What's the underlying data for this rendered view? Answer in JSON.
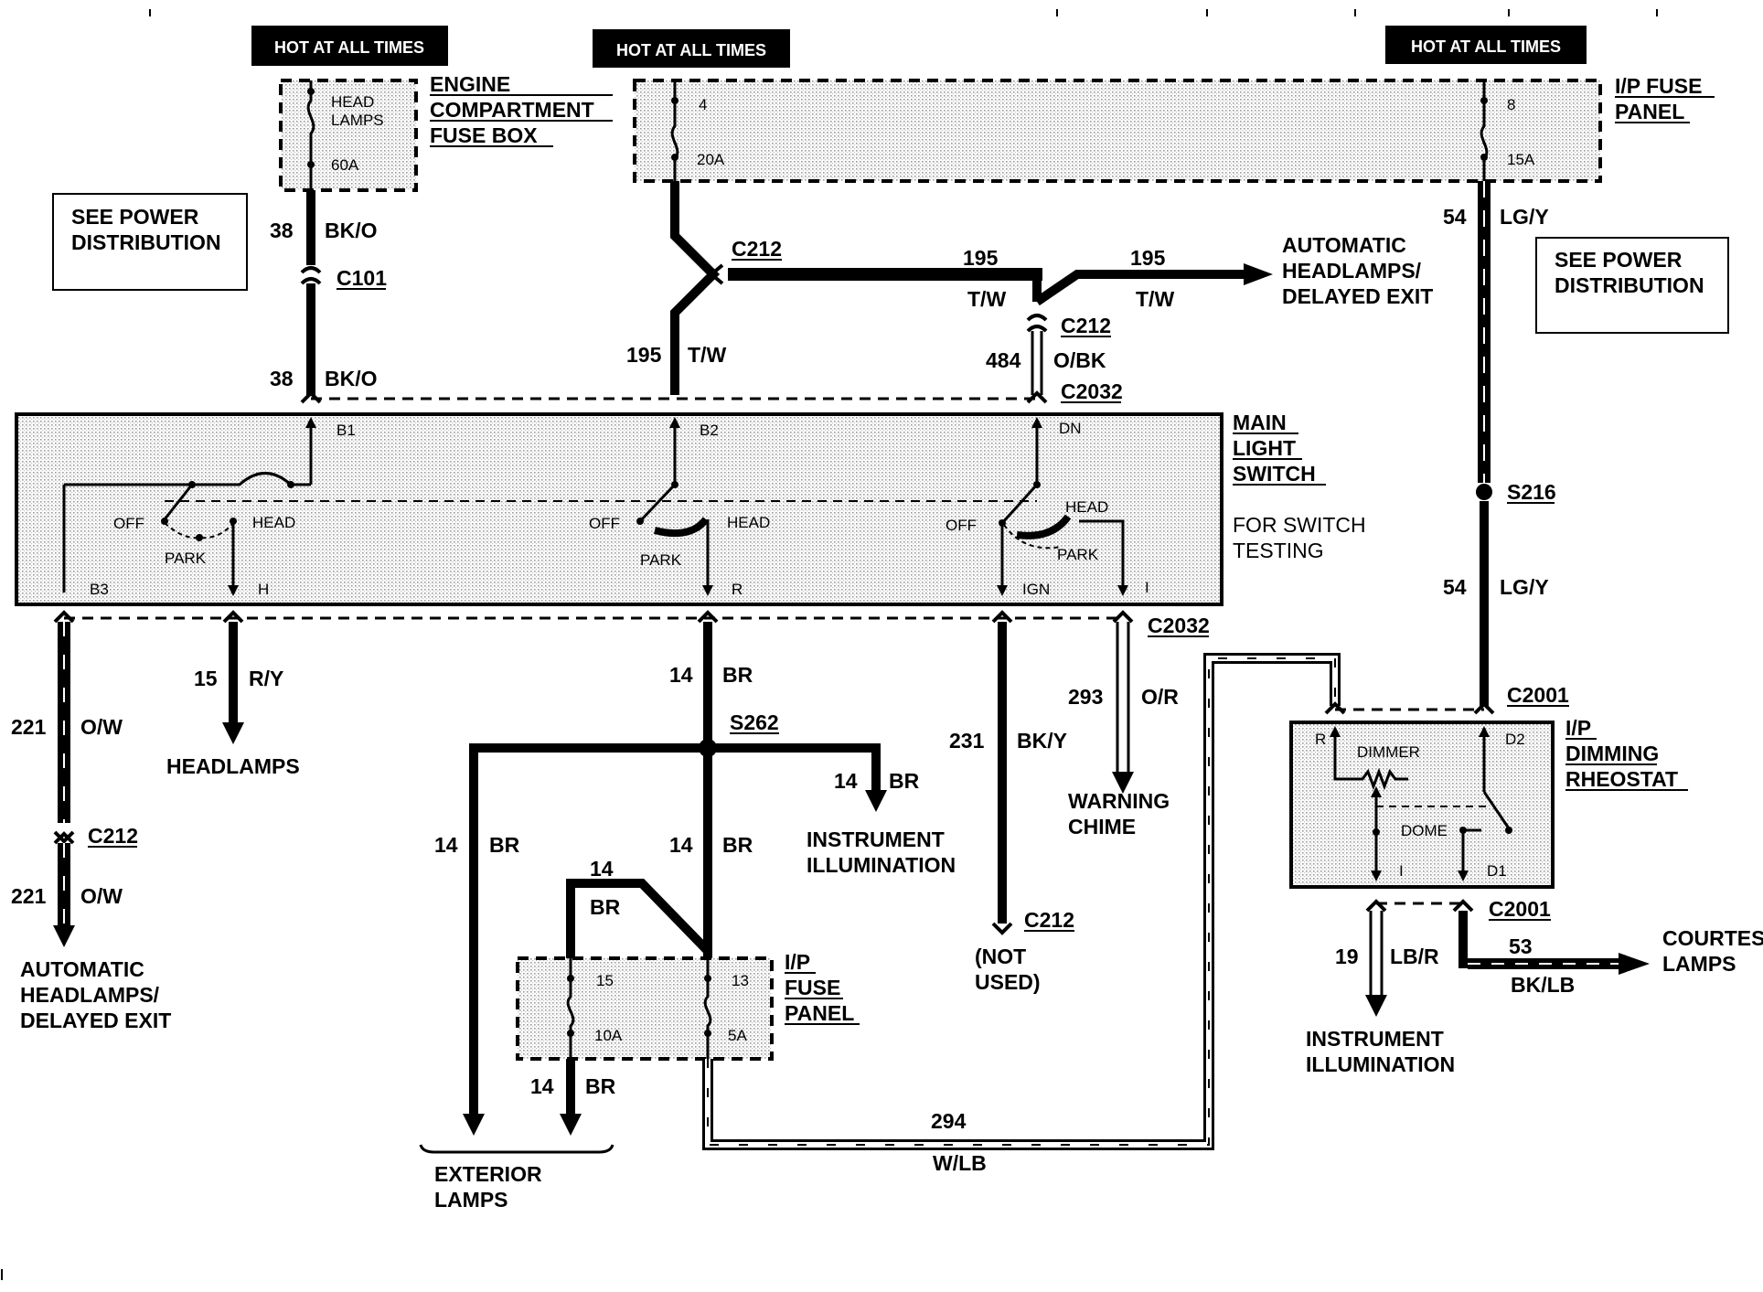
{
  "hot_labels": [
    "HOT AT ALL TIMES",
    "HOT AT ALL TIMES",
    "HOT AT ALL TIMES"
  ],
  "engine_fuse_box": {
    "name_lines": [
      "ENGINE",
      "COMPARTMENT",
      "FUSE BOX"
    ],
    "fuse_name_lines": [
      "HEAD",
      "LAMPS"
    ],
    "fuse_rating": "60A"
  },
  "ip_fuse_panel_top": {
    "name_lines": [
      "I/P FUSE",
      "PANEL"
    ],
    "fuse_a": {
      "number": "4",
      "rating": "20A"
    },
    "fuse_b": {
      "number": "8",
      "rating": "15A"
    }
  },
  "see_power_left": [
    "SEE POWER",
    "DISTRIBUTION"
  ],
  "see_power_right": [
    "SEE POWER",
    "DISTRIBUTION"
  ],
  "wires": {
    "w38_top": {
      "num": "38",
      "color": "BK/O"
    },
    "w38_bot": {
      "num": "38",
      "color": "BK/O"
    },
    "w195_left": {
      "num": "195",
      "color": "T/W"
    },
    "w195_mid": {
      "num": "195",
      "color": "T/W"
    },
    "w195_right": {
      "num": "195",
      "color": "T/W"
    },
    "w484": {
      "num": "484",
      "color": "O/BK"
    },
    "w54_top": {
      "num": "54",
      "color": "LG/Y"
    },
    "w54_bot": {
      "num": "54",
      "color": "LG/Y"
    },
    "w221_top": {
      "num": "221",
      "color": "O/W"
    },
    "w221_bot": {
      "num": "221",
      "color": "O/W"
    },
    "w15": {
      "num": "15",
      "color": "R/Y"
    },
    "w14_a": {
      "num": "14",
      "color": "BR"
    },
    "w14_b": {
      "num": "14",
      "color": "BR"
    },
    "w14_c": {
      "num": "14",
      "color": "BR"
    },
    "w14_d": {
      "num": "14",
      "color": "BR"
    },
    "w14_e": {
      "num": "14",
      "color": "BR"
    },
    "w14_f": {
      "num": "14",
      "color": "BR"
    },
    "w231": {
      "num": "231",
      "color": "BK/Y"
    },
    "w293": {
      "num": "293",
      "color": "O/R"
    },
    "w294": {
      "num": "294",
      "color": "W/LB"
    },
    "w19": {
      "num": "19",
      "color": "LB/R"
    },
    "w53": {
      "num": "53",
      "color": "BK/LB"
    }
  },
  "connectors": {
    "c101": "C101",
    "c212_a": "C212",
    "c212_b": "C212",
    "c212_c": "C212",
    "c212_d": "C212",
    "c2032_top": "C2032",
    "c2032_bot": "C2032",
    "s216": "S216",
    "s262": "S262",
    "c2001_top": "C2001",
    "c2001_bot": "C2001"
  },
  "main_light_switch": {
    "name_lines": [
      "MAIN",
      "LIGHT",
      "SWITCH"
    ],
    "note_lines": [
      "FOR SWITCH",
      "TESTING"
    ],
    "pins": {
      "b1": "B1",
      "b2": "B2",
      "dn": "DN",
      "b3": "B3",
      "h": "H",
      "r": "R",
      "ign": "IGN",
      "i": "I"
    },
    "positions": {
      "off": "OFF",
      "head": "HEAD",
      "park": "PARK"
    }
  },
  "destinations": {
    "auto_headlamps_top": [
      "AUTOMATIC",
      "HEADLAMPS/",
      "DELAYED EXIT"
    ],
    "auto_headlamps_left": [
      "AUTOMATIC",
      "HEADLAMPS/",
      "DELAYED EXIT"
    ],
    "headlamps": "HEADLAMPS",
    "instrument_illum_mid": [
      "INSTRUMENT",
      "ILLUMINATION"
    ],
    "instrument_illum_right": [
      "INSTRUMENT",
      "ILLUMINATION"
    ],
    "warning_chime": [
      "WARNING",
      "CHIME"
    ],
    "not_used": [
      "(NOT",
      "USED)"
    ],
    "exterior_lamps": [
      "EXTERIOR",
      "LAMPS"
    ],
    "courtesy_lamps": [
      "COURTESY",
      "LAMPS"
    ]
  },
  "ip_fuse_panel_bottom": {
    "name_lines": [
      "I/P",
      "FUSE",
      "PANEL"
    ],
    "fuse_a": {
      "number": "15",
      "rating": "10A"
    },
    "fuse_b": {
      "number": "13",
      "rating": "5A"
    }
  },
  "dimming_rheostat": {
    "name_lines": [
      "I/P",
      "DIMMING",
      "RHEOSTAT"
    ],
    "pins": {
      "r": "R",
      "d2": "D2",
      "i": "I",
      "d1": "D1"
    },
    "labels": {
      "dimmer": "DIMMER",
      "dome": "DOME"
    }
  }
}
